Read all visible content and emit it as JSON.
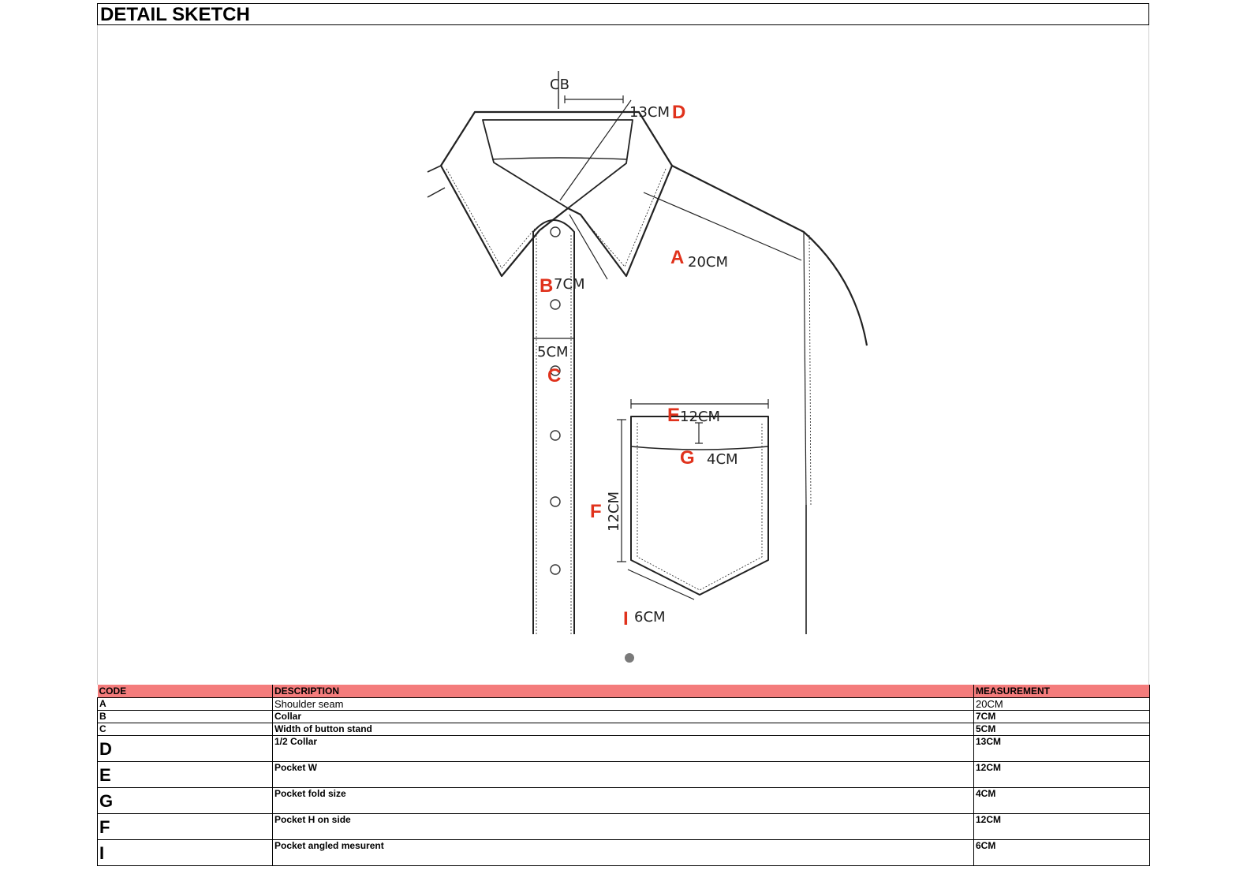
{
  "header": {
    "title": "DETAIL SKETCH"
  },
  "sketch": {
    "cb_label": "CB",
    "callouts": [
      {
        "code": "D",
        "value": "13CM"
      },
      {
        "code": "A",
        "value": "20CM"
      },
      {
        "code": "B",
        "value": "7CM"
      },
      {
        "code": "C",
        "value": "5CM"
      },
      {
        "code": "E",
        "value": "12CM"
      },
      {
        "code": "G",
        "value": "4CM"
      },
      {
        "code": "F",
        "value": "12CM"
      },
      {
        "code": "I",
        "value": "6CM"
      }
    ]
  },
  "table": {
    "headers": {
      "code": "CODE",
      "description": "DESCRIPTION",
      "measurement": "MEASUREMENT"
    },
    "rows": [
      {
        "code": "A",
        "description": "Shoulder seam",
        "measurement": "20CM"
      },
      {
        "code": "B",
        "description": "Collar",
        "measurement": "7CM"
      },
      {
        "code": "C",
        "description": "Width of button stand",
        "measurement": "5CM"
      },
      {
        "code": "D",
        "description": "1/2 Collar",
        "measurement": "13CM"
      },
      {
        "code": "E",
        "description": "Pocket W",
        "measurement": "12CM"
      },
      {
        "code": "G",
        "description": "Pocket fold size",
        "measurement": "4CM"
      },
      {
        "code": "F",
        "description": "Pocket H on side",
        "measurement": "12CM"
      },
      {
        "code": "I",
        "description": "Pocket angled mesurent",
        "measurement": "6CM"
      }
    ]
  }
}
